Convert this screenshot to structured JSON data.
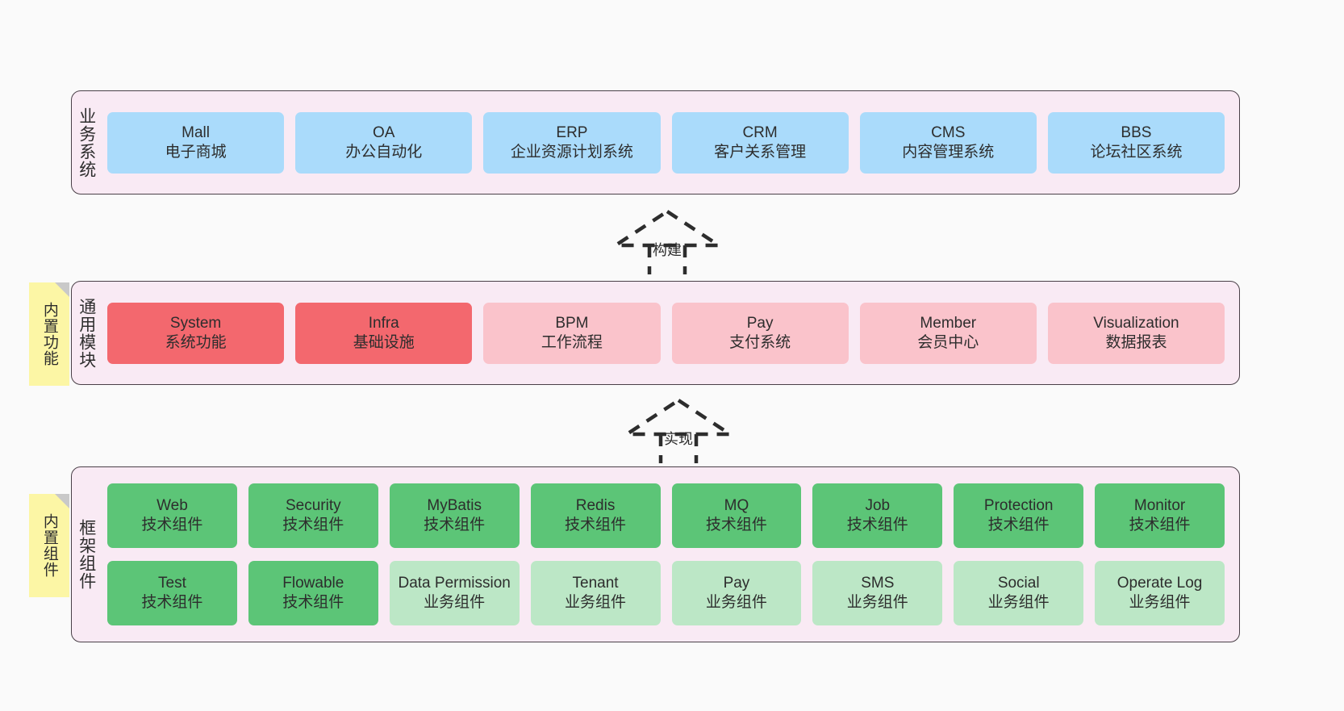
{
  "diagram": {
    "title_note": "",
    "colors": {
      "band_bg": "#f9eaf4",
      "band_border": "#4a4048",
      "business_card": "#aadbfb",
      "module_primary": "#f3686e",
      "module_secondary": "#fac3cb",
      "tech_component": "#5cc577",
      "business_component": "#bce7c6",
      "sticky": "#fcf6a5",
      "sticky_fold": "#c9c9c9",
      "canvas": "#fafafa"
    }
  },
  "business_layer": {
    "label": "业务系统",
    "cards": [
      {
        "name": "Mall",
        "desc": "电子商城"
      },
      {
        "name": "OA",
        "desc": "办公自动化"
      },
      {
        "name": "ERP",
        "desc": "企业资源计划系统"
      },
      {
        "name": "CRM",
        "desc": "客户关系管理"
      },
      {
        "name": "CMS",
        "desc": "内容管理系统"
      },
      {
        "name": "BBS",
        "desc": "论坛社区系统"
      }
    ]
  },
  "connector_build": {
    "label": "构建"
  },
  "module_layer": {
    "label": "通用模块",
    "sticky": "内置功能",
    "cards": [
      {
        "name": "System",
        "desc": "系统功能",
        "emphasis": "primary"
      },
      {
        "name": "Infra",
        "desc": "基础设施",
        "emphasis": "primary"
      },
      {
        "name": "BPM",
        "desc": "工作流程",
        "emphasis": "secondary"
      },
      {
        "name": "Pay",
        "desc": "支付系统",
        "emphasis": "secondary"
      },
      {
        "name": "Member",
        "desc": "会员中心",
        "emphasis": "secondary"
      },
      {
        "name": "Visualization",
        "desc": "数据报表",
        "emphasis": "secondary"
      }
    ]
  },
  "connector_implement": {
    "label": "实现"
  },
  "framework_layer": {
    "label": "框架组件",
    "sticky": "内置组件",
    "row1": [
      {
        "name": "Web",
        "desc": "技术组件",
        "kind": "tech"
      },
      {
        "name": "Security",
        "desc": "技术组件",
        "kind": "tech"
      },
      {
        "name": "MyBatis",
        "desc": "技术组件",
        "kind": "tech"
      },
      {
        "name": "Redis",
        "desc": "技术组件",
        "kind": "tech"
      },
      {
        "name": "MQ",
        "desc": "技术组件",
        "kind": "tech"
      },
      {
        "name": "Job",
        "desc": "技术组件",
        "kind": "tech"
      },
      {
        "name": "Protection",
        "desc": "技术组件",
        "kind": "tech"
      },
      {
        "name": "Monitor",
        "desc": "技术组件",
        "kind": "tech"
      }
    ],
    "row2": [
      {
        "name": "Test",
        "desc": "技术组件",
        "kind": "tech"
      },
      {
        "name": "Flowable",
        "desc": "技术组件",
        "kind": "tech"
      },
      {
        "name": "Data Permission",
        "desc": "业务组件",
        "kind": "business"
      },
      {
        "name": "Tenant",
        "desc": "业务组件",
        "kind": "business"
      },
      {
        "name": "Pay",
        "desc": "业务组件",
        "kind": "business"
      },
      {
        "name": "SMS",
        "desc": "业务组件",
        "kind": "business"
      },
      {
        "name": "Social",
        "desc": "业务组件",
        "kind": "business"
      },
      {
        "name": "Operate Log",
        "desc": "业务组件",
        "kind": "business"
      }
    ]
  }
}
